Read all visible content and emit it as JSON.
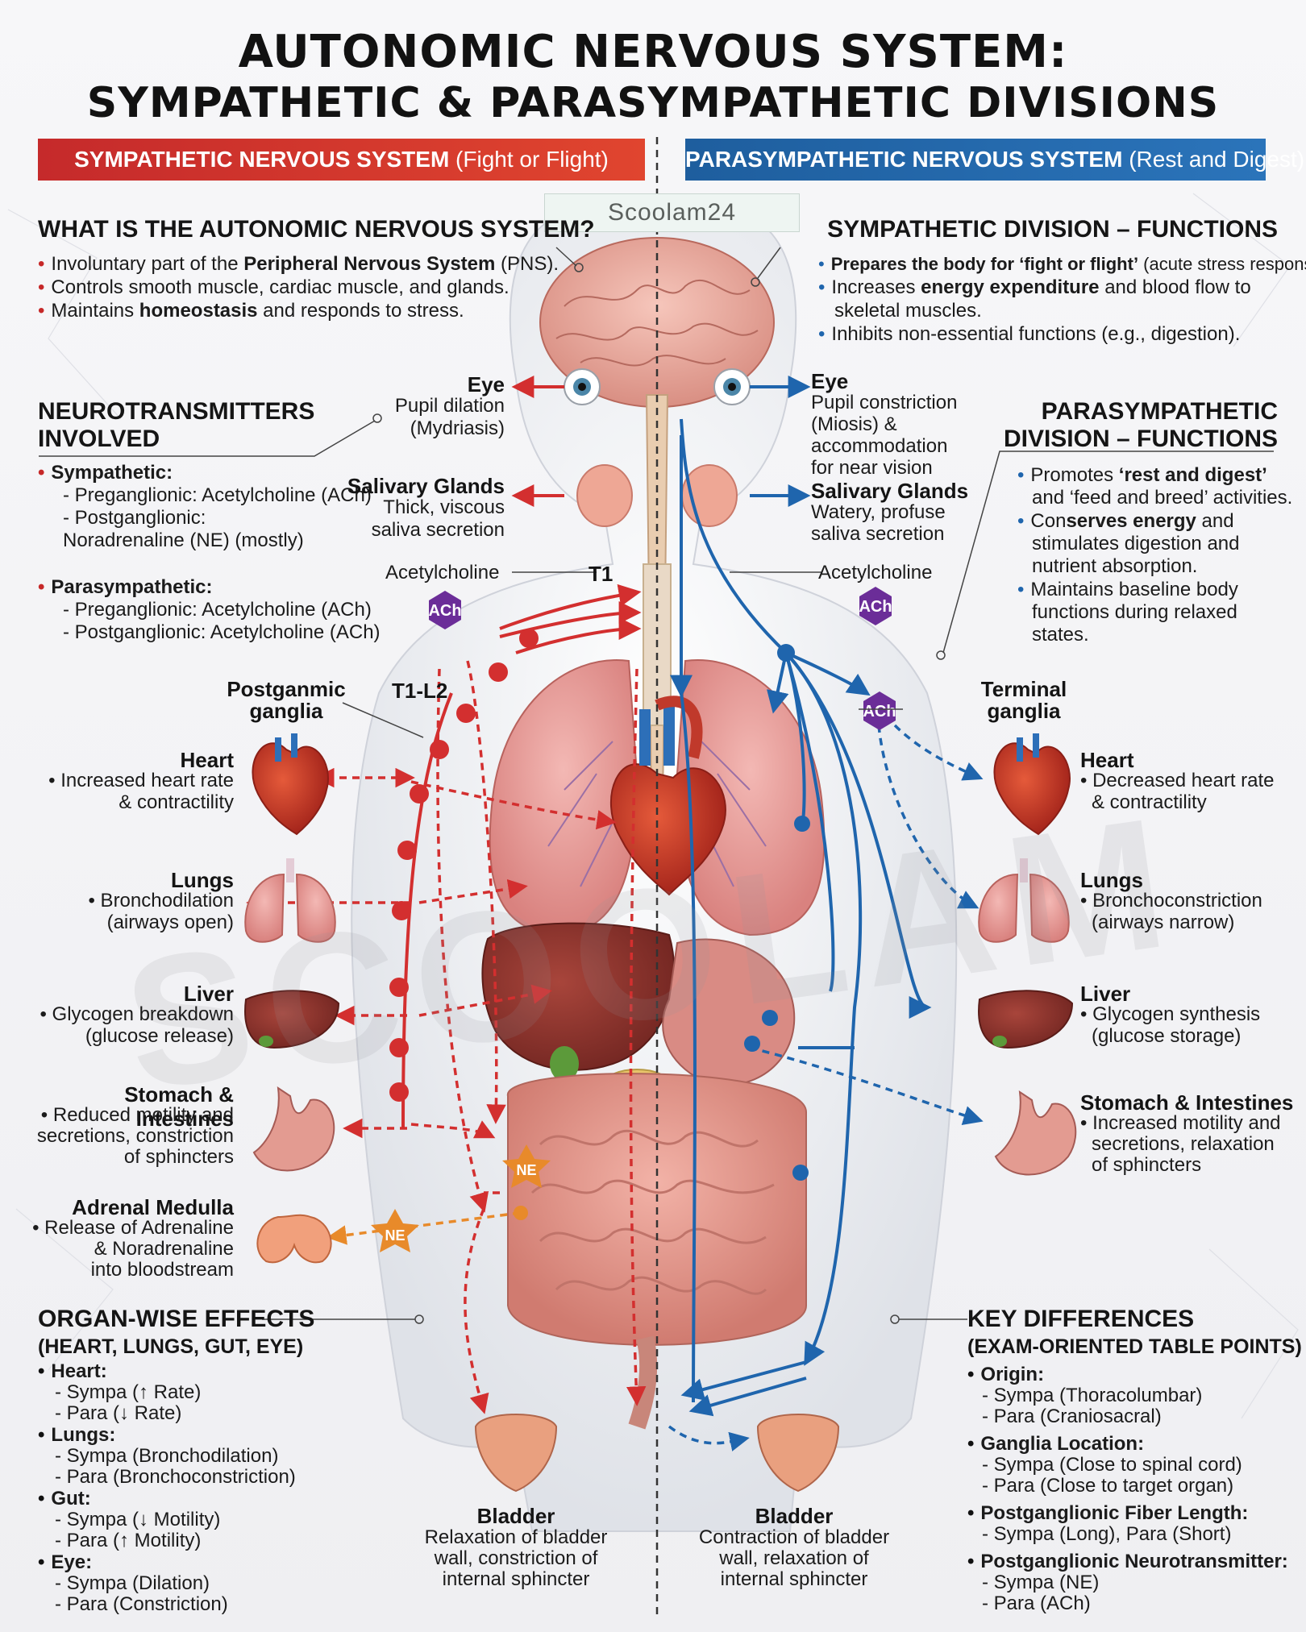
{
  "title": {
    "line1": "AUTONOMIC NERVOUS SYSTEM:",
    "line2": "SYMPATHETIC & PARASYMPATHETIC  DIVISIONS"
  },
  "banners": {
    "left_bold": "SYMPATHETIC NERVOUS SYSTEM",
    "left_rest": " (Fight or Flight)",
    "right_bold": "PARASYMPATHETIC NERVOUS SYSTEM",
    "right_rest": " (Rest and Digest)"
  },
  "watermark": {
    "tag": "Scoolam24",
    "large": "SCOOLAM"
  },
  "what_is": {
    "heading": "WHAT IS THE AUTONOMIC NERVOUS SYSTEM?",
    "b1_pre": "Involuntary part of the ",
    "b1_bold": "Peripheral Nervous System",
    "b1_post": " (PNS).",
    "b2": "Controls smooth muscle, cardiac muscle, and glands.",
    "b3_pre": "Maintains ",
    "b3_bold": "homeostasis",
    "b3_post": " and responds to stress."
  },
  "symp_functions": {
    "heading": "SYMPATHETIC DIVISION – FUNCTIONS",
    "b1_bold": "Prepares the body for ‘fight or flight’",
    "b1_post": " (acute stress response).",
    "b2_pre": "Increases ",
    "b2_bold": "energy expenditure",
    "b2_post": " and blood flow to",
    "b2_line2": "skeletal muscles.",
    "b3": "Inhibits non-essential functions (e.g., digestion)."
  },
  "neurotransmitters": {
    "heading1": "NEUROTRANSMITTERS",
    "heading2": "INVOLVED",
    "symp_label": "Sympathetic:",
    "symp_pre": "- Preganglionic: Acetylcholine (ACh)",
    "symp_post1": "- Postganglionic:",
    "symp_post2": "Noradrenaline (NE) (mostly)",
    "para_label": "Parasympathetic:",
    "para_pre": "- Preganglionic: Acetylcholine (ACh)",
    "para_post": "- Postganglionic: Acetylcholine (ACh)"
  },
  "para_functions": {
    "heading1": "PARASYMPATHETIC",
    "heading2": "DIVISION – FUNCTIONS",
    "b1_pre": "Promotes ",
    "b1_bold": "‘rest and digest’",
    "b1_line2": "and ‘feed and breed’ activities.",
    "b2_pre": "Con",
    "b2_bold": "serves energy",
    "b2_post": " and",
    "b2_line2": "stimulates digestion and",
    "b2_line3": "nutrient absorption.",
    "b3": "Maintains baseline body",
    "b3_line2": "functions during relaxed",
    "b3_line3": "states."
  },
  "left_labels": {
    "eye_title": "Eye",
    "eye_l1": "Pupil dilation",
    "eye_l2": "(Mydriasis)",
    "sal_title": "Salivary Glands",
    "sal_l1": "Thick, viscous",
    "sal_l2": "saliva secretion",
    "ach": "Acetylcholine",
    "t1": "T1",
    "t1l2": "T1-L2",
    "ganglia1": "Postganmic",
    "ganglia2": "ganglia"
  },
  "right_labels": {
    "eye_title": "Eye",
    "eye_l1": "Pupil constriction",
    "eye_l2": "(Miosis) &",
    "eye_l3": "accommodation",
    "eye_l4": "for near vision",
    "sal_title": "Salivary Glands",
    "sal_l1": "Watery, profuse",
    "sal_l2": "saliva secretion",
    "ach": "Acetylcholine",
    "ganglia1": "Terminal",
    "ganglia2": "ganglia"
  },
  "badges": {
    "ach": "ACh",
    "ne": "NE"
  },
  "symp_organs": {
    "heart_title": "Heart",
    "heart_l1": "• Increased heart rate",
    "heart_l2": "& contractility",
    "lungs_title": "Lungs",
    "lungs_l1": "• Bronchodilation",
    "lungs_l2": "(airways open)",
    "liver_title": "Liver",
    "liver_l1": "• Glycogen breakdown",
    "liver_l2": "(glucose release)",
    "stom_title": "Stomach & Intestines",
    "stom_l1": "• Reduced motility and",
    "stom_l2": "secretions, constriction",
    "stom_l3": "of sphincters",
    "adr_title": "Adrenal Medulla",
    "adr_l1": "• Release of Adrenaline",
    "adr_l2": "& Noradrenaline",
    "adr_l3": "into bloodstream"
  },
  "para_organs": {
    "heart_title": "Heart",
    "heart_l1": "• Decreased heart rate",
    "heart_l2": "& contractility",
    "lungs_title": "Lungs",
    "lungs_l1": "• Bronchoconstriction",
    "lungs_l2": "(airways narrow)",
    "liver_title": "Liver",
    "liver_l1": "• Glycogen synthesis",
    "liver_l2": "(glucose storage)",
    "stom_title": "Stomach & Intestines",
    "stom_l1": "• Increased motility and",
    "stom_l2": "secretions, relaxation",
    "stom_l3": "of sphincters"
  },
  "bladder_left": {
    "title": "Bladder",
    "l1": "Relaxation of bladder",
    "l2": "wall, constriction of",
    "l3": "internal sphincter"
  },
  "bladder_right": {
    "title": "Bladder",
    "l1": "Contraction of bladder",
    "l2": "wall, relaxation of",
    "l3": "internal sphincter"
  },
  "organ_effects": {
    "heading1": "ORGAN-WISE EFFECTS",
    "heading2": "(HEART, LUNGS, GUT, EYE)",
    "heart": "Heart:",
    "heart_s": "- Sympa (↑ Rate)",
    "heart_p": "- Para (↓ Rate)",
    "lungs": "Lungs:",
    "lungs_s": "- Sympa (Bronchodilation)",
    "lungs_p": "- Para (Bronchoconstriction)",
    "gut": "Gut:",
    "gut_s": "- Sympa (↓ Motility)",
    "gut_p": "- Para (↑ Motility)",
    "eye": "Eye:",
    "eye_s": "- Sympa (Dilation)",
    "eye_p": "- Para (Constriction)"
  },
  "key_diff": {
    "heading1": "KEY DIFFERENCES",
    "heading2": "(EXAM-ORIENTED TABLE POINTS)",
    "origin": "Origin:",
    "origin_s": "- Sympa (Thoracolumbar)",
    "origin_p": "- Para (Craniosacral)",
    "ganglia": "Ganglia Location:",
    "ganglia_s": "- Sympa (Close to spinal cord)",
    "ganglia_p": "- Para (Close to target organ)",
    "fiber": "Postganglionic Fiber Length:",
    "fiber_v": "- Sympa (Long), Para (Short)",
    "nt": "Postganglionic Neurotransmitter:",
    "nt_s": "- Sympa (NE)",
    "nt_p": "- Para (ACh)"
  },
  "colors": {
    "sympathetic": "#d32f2f",
    "parasympathetic": "#1f65ad",
    "adrenal": "#e88a2a"
  }
}
